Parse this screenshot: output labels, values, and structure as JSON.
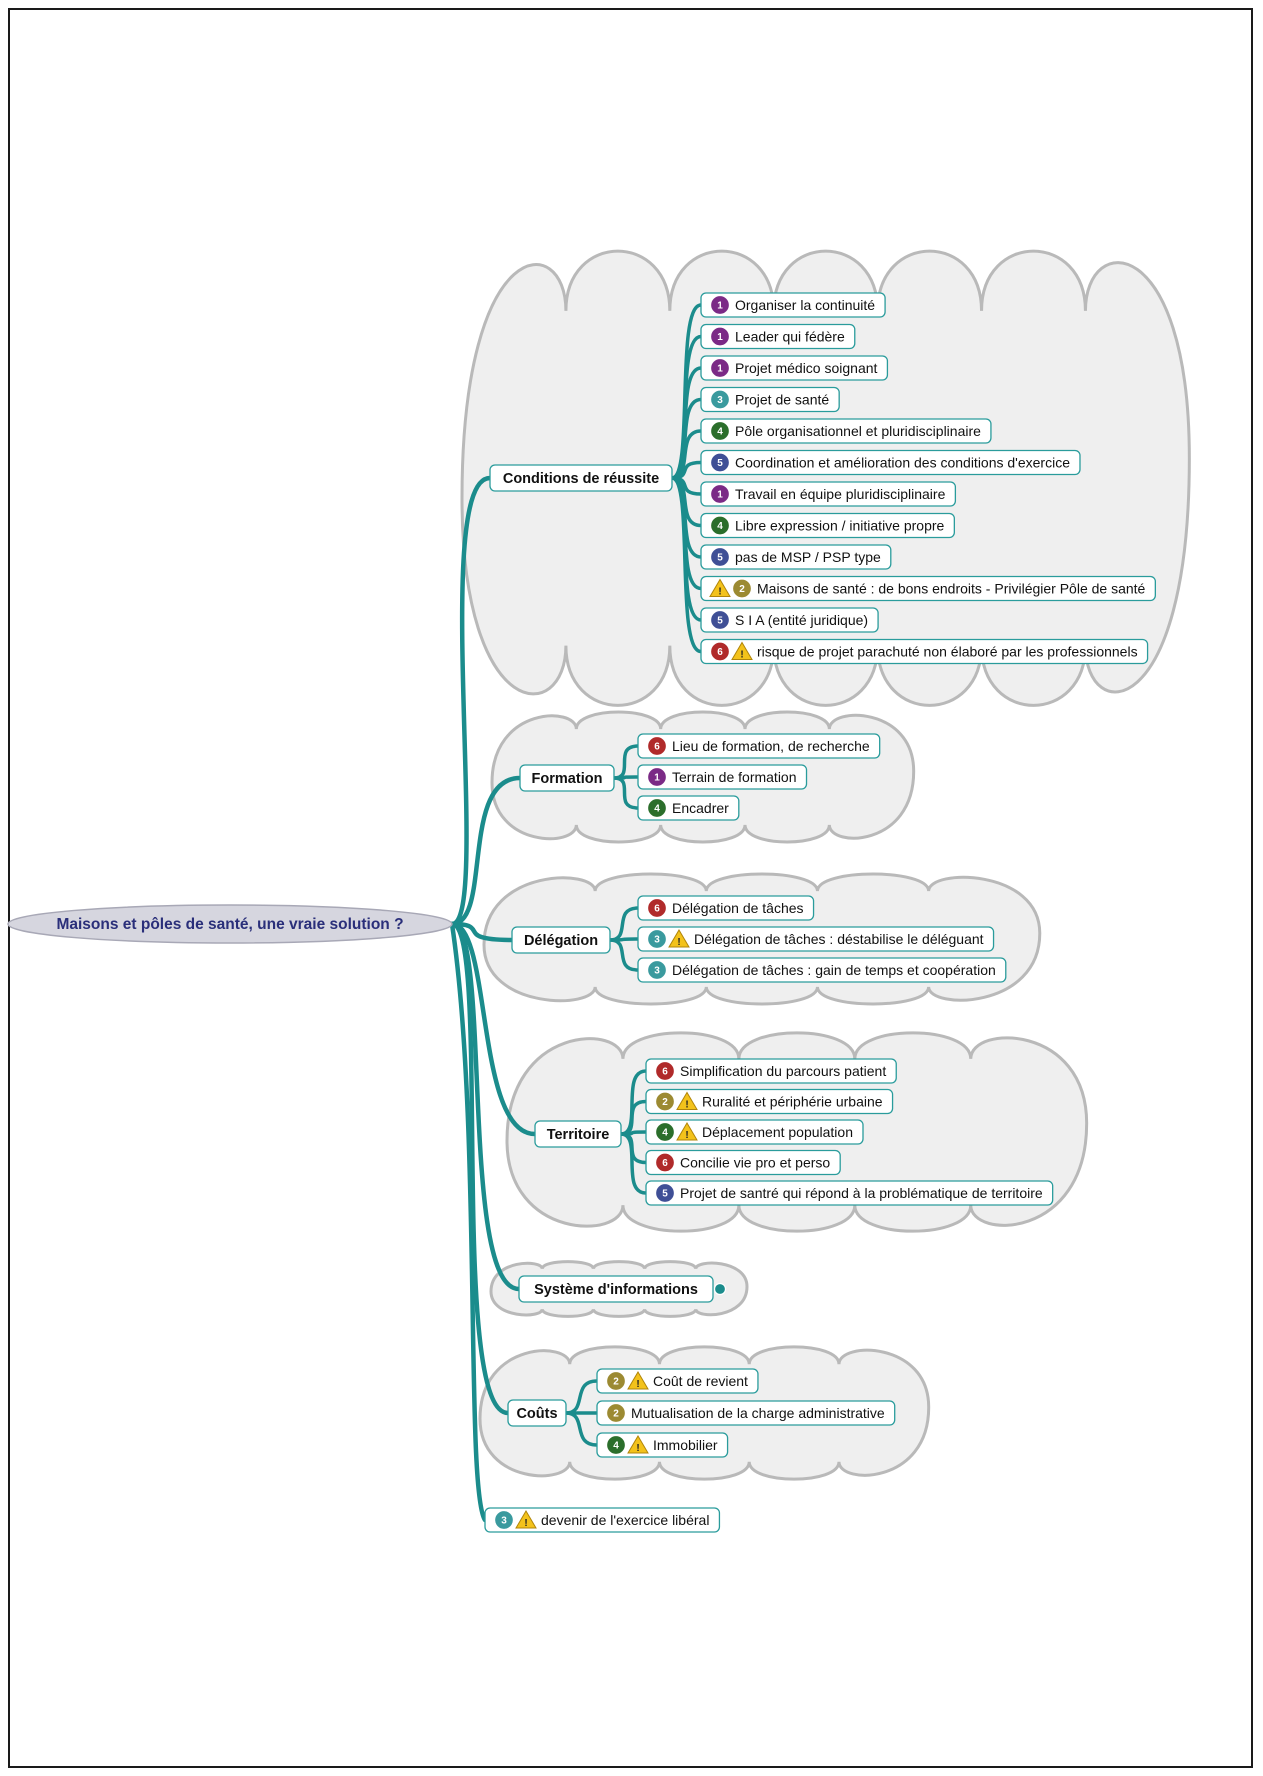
{
  "root": {
    "label": "Maisons et pôles de santé, une vraie solution ?"
  },
  "colors": {
    "1": "#7b2a86",
    "2": "#9c8a32",
    "3": "#3a9a9e",
    "4": "#2b6e2b",
    "5": "#3f4f96",
    "6": "#b02a2a",
    "edge": "#1b8c8c",
    "warning": "#f3c21b"
  },
  "branches": [
    {
      "label": "Conditions de réussite",
      "items": [
        {
          "text": "Organiser la continuité",
          "icons": [
            "1"
          ]
        },
        {
          "text": "Leader qui fédère",
          "icons": [
            "1"
          ]
        },
        {
          "text": "Projet médico soignant",
          "icons": [
            "1"
          ]
        },
        {
          "text": "Projet de santé",
          "icons": [
            "3"
          ]
        },
        {
          "text": "Pôle organisationnel et pluridisciplinaire",
          "icons": [
            "4"
          ]
        },
        {
          "text": "Coordination et amélioration des conditions d'exercice",
          "icons": [
            "5"
          ]
        },
        {
          "text": "Travail en équipe pluridisciplinaire",
          "icons": [
            "1"
          ]
        },
        {
          "text": "Libre expression / initiative propre",
          "icons": [
            "4"
          ]
        },
        {
          "text": "pas de MSP / PSP type",
          "icons": [
            "5"
          ]
        },
        {
          "text": "Maisons de santé : de bons endroits - Privilégier Pôle de santé",
          "icons": [
            "warning",
            "2"
          ]
        },
        {
          "text": "S I A (entité juridique)",
          "icons": [
            "5"
          ]
        },
        {
          "text": "risque de projet parachuté non élaboré par les professionnels",
          "icons": [
            "6",
            "warning"
          ]
        }
      ]
    },
    {
      "label": "Formation",
      "items": [
        {
          "text": "Lieu de formation, de recherche",
          "icons": [
            "6"
          ]
        },
        {
          "text": "Terrain de formation",
          "icons": [
            "1"
          ]
        },
        {
          "text": "Encadrer",
          "icons": [
            "4"
          ]
        }
      ]
    },
    {
      "label": "Délégation",
      "items": [
        {
          "text": "Délégation de tâches",
          "icons": [
            "6"
          ]
        },
        {
          "text": "Délégation de tâches : déstabilise le déléguant",
          "icons": [
            "3",
            "warning"
          ]
        },
        {
          "text": "Délégation de tâches : gain de temps et coopération",
          "icons": [
            "3"
          ]
        }
      ]
    },
    {
      "label": "Territoire",
      "items": [
        {
          "text": "Simplification du parcours patient",
          "icons": [
            "6"
          ]
        },
        {
          "text": "Ruralité et périphérie urbaine",
          "icons": [
            "2",
            "warning"
          ]
        },
        {
          "text": "Déplacement population",
          "icons": [
            "4",
            "warning"
          ]
        },
        {
          "text": "Concilie vie pro et perso",
          "icons": [
            "6"
          ]
        },
        {
          "text": "Projet de santré qui répond à la problématique de territoire",
          "icons": [
            "5"
          ]
        }
      ]
    },
    {
      "label": "Système d'informations",
      "collapsed": true,
      "items": []
    },
    {
      "label": "Coûts",
      "items": [
        {
          "text": "Coût de revient",
          "icons": [
            "2",
            "warning"
          ]
        },
        {
          "text": "Mutualisation de la charge administrative",
          "icons": [
            "2"
          ]
        },
        {
          "text": "Immobilier",
          "icons": [
            "4",
            "warning"
          ]
        }
      ]
    }
  ],
  "standalone": {
    "text": "devenir de l'exercice libéral",
    "icons": [
      "3",
      "warning"
    ]
  }
}
